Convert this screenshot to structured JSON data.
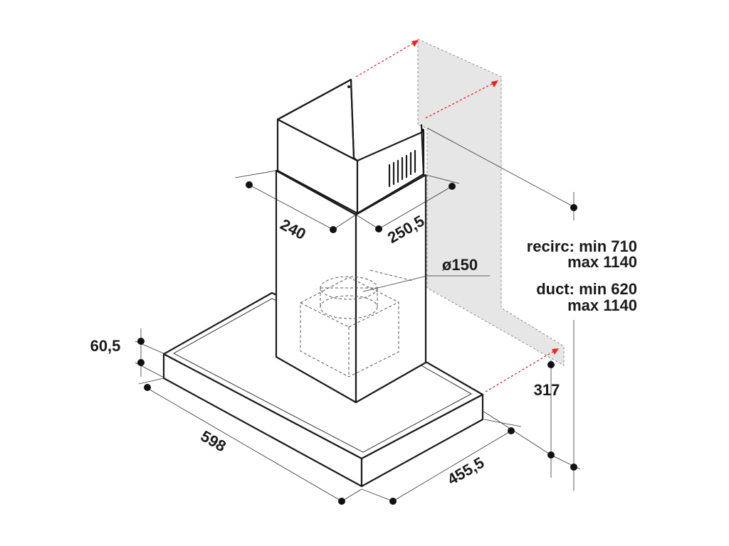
{
  "dimensions": {
    "hood_height": "60,5",
    "hood_width": "598",
    "hood_depth": "455,5",
    "chimney_width": "240",
    "chimney_depth": "250,5",
    "duct_diameter": "ø150",
    "wall_offset": "317"
  },
  "notes": {
    "recirc_line1": "recirc: min 710",
    "recirc_line2": "max 1140",
    "duct_line1": "duct: min 620",
    "duct_line2": "max 1140"
  },
  "colors": {
    "arrow": "#e8251f",
    "wall": "#e6e6e6",
    "outline": "#1a1a1a"
  }
}
